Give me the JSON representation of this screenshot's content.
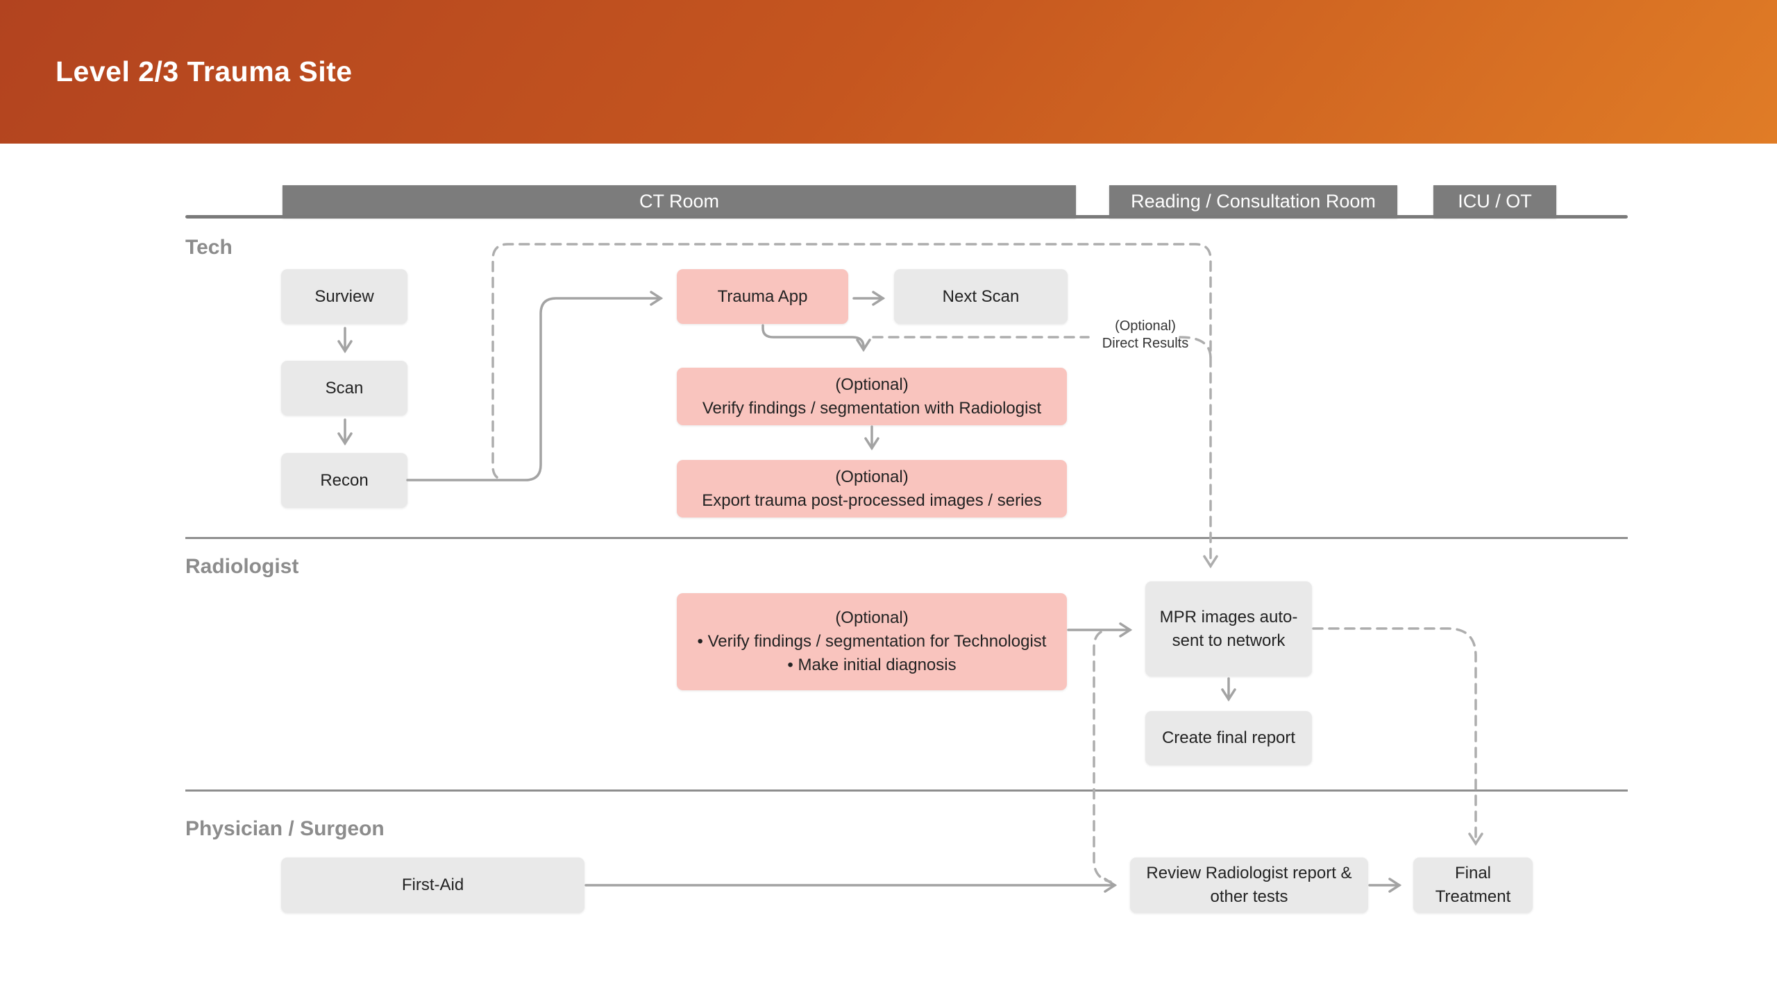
{
  "header": {
    "title": "Level 2/3 Trauma Site"
  },
  "room_columns": [
    {
      "label": "CT Room"
    },
    {
      "label": "Reading / Consultation Room"
    },
    {
      "label": "ICU / OT"
    }
  ],
  "lanes": [
    {
      "label": "Tech"
    },
    {
      "label": "Radiologist"
    },
    {
      "label": "Physician / Surgeon"
    }
  ],
  "nodes": {
    "surview": {
      "label": "Surview"
    },
    "scan": {
      "label": "Scan"
    },
    "recon": {
      "label": "Recon"
    },
    "trauma_app": {
      "label": "Trauma App"
    },
    "next_scan": {
      "label": "Next Scan"
    },
    "verify_with_radiologist": {
      "lines": [
        "(Optional)",
        "Verify findings / segmentation with Radiologist"
      ]
    },
    "export_images": {
      "lines": [
        "(Optional)",
        "Export trauma  post-processed images / series"
      ]
    },
    "radiologist_optional": {
      "lines": [
        "(Optional)",
        "•  Verify findings / segmentation for Technologist",
        "•  Make initial diagnosis"
      ]
    },
    "mpr_auto_sent": {
      "lines": [
        "MPR images auto-",
        "sent to network"
      ]
    },
    "create_final_report": {
      "label": "Create final report"
    },
    "first_aid": {
      "label": "First-Aid"
    },
    "review_report": {
      "lines": [
        "Review Radiologist report &",
        "other tests"
      ]
    },
    "final_treatment": {
      "lines": [
        "Final",
        "Treatment"
      ]
    }
  },
  "annotations": {
    "direct_results": {
      "lines": [
        "(Optional)",
        "Direct Results"
      ]
    }
  },
  "colors": {
    "header_gradient_start": "#b2431f",
    "header_gradient_end": "#e07c26",
    "room_bar": "#7c7c7c",
    "lane_label": "#8c8c8c",
    "node_gray": "#e9e9e9",
    "node_pink": "#f9c4be",
    "connector": "#a3a3a3",
    "connector_dashed": "#adadad",
    "text_dark": "#222222"
  }
}
